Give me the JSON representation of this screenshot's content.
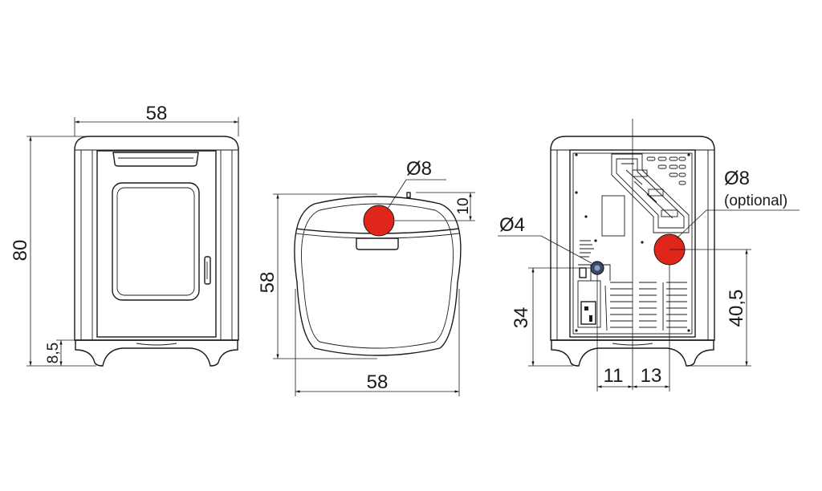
{
  "colors": {
    "flue": "#e0251b",
    "line": "#1a1a1a",
    "background": "#ffffff"
  },
  "front_view": {
    "width_label": "58",
    "height_label": "80",
    "foot_height_label": "8,5"
  },
  "top_view": {
    "flue_diameter_label": "Ø8",
    "flue_offset_label": "10",
    "depth_label": "58",
    "width_label": "58"
  },
  "rear_view": {
    "air_inlet_label": "Ø4",
    "optional_flue_label": "Ø8",
    "optional_note": "(optional)",
    "air_inlet_height_label": "34",
    "optional_flue_height_label": "40,5",
    "left_offset_label": "11",
    "right_offset_label": "13"
  }
}
